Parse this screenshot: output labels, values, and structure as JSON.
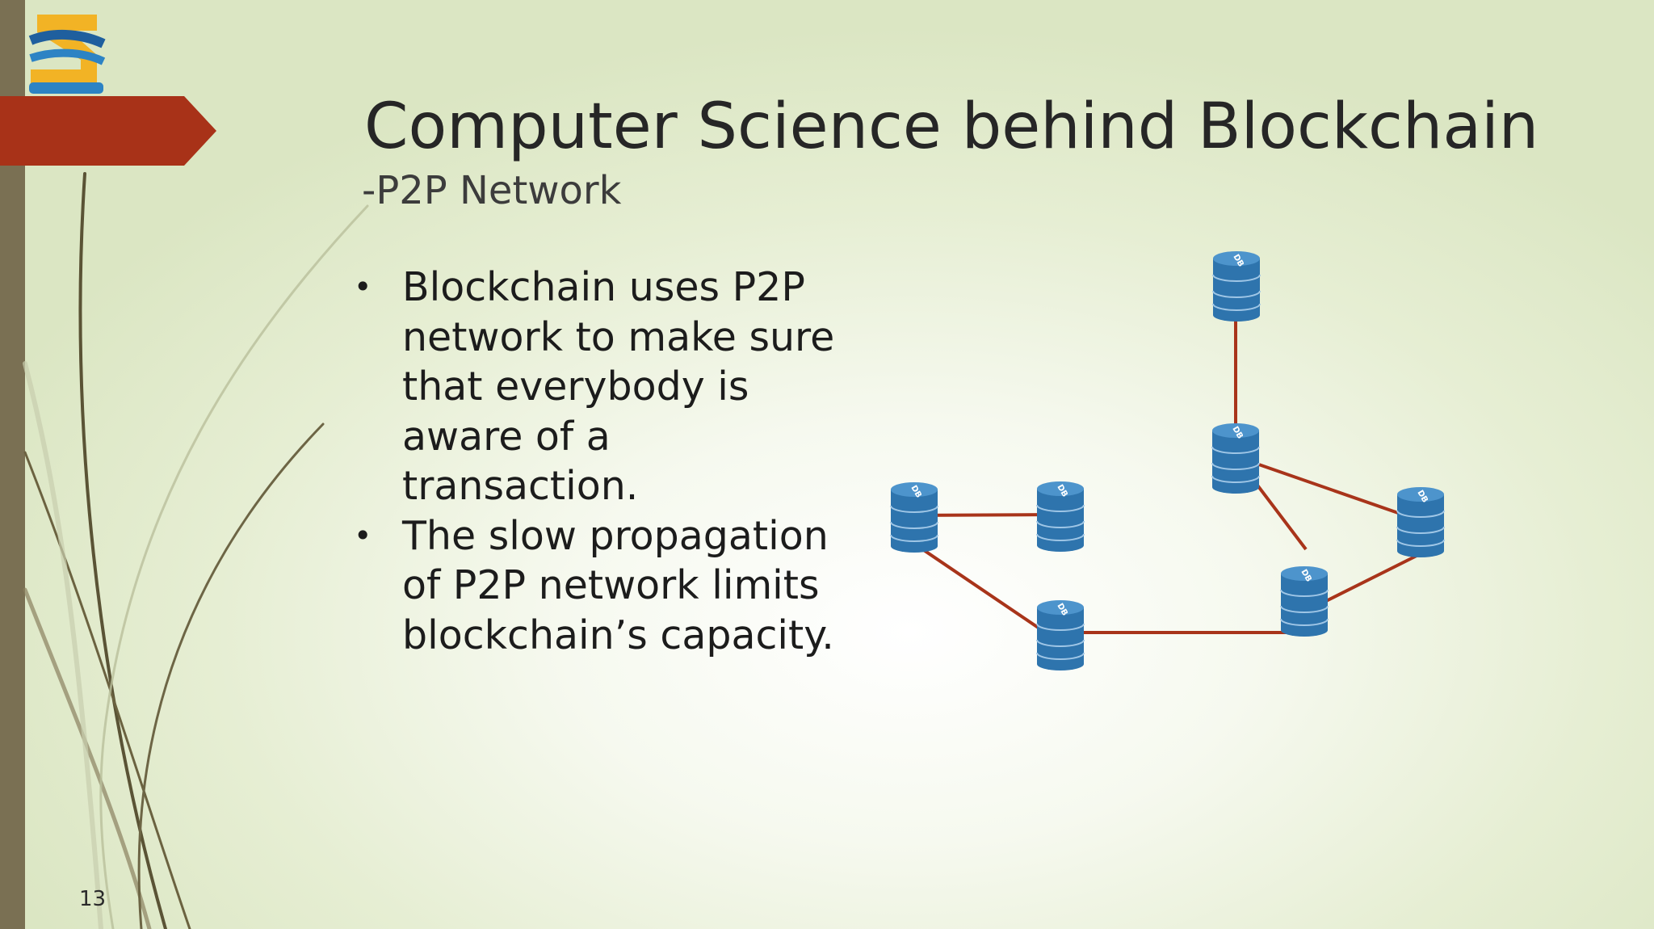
{
  "slide": {
    "title": "Computer Science behind Blockchain",
    "subtitle": "-P2P Network",
    "bullets": [
      "Blockchain uses P2P network to make sure that everybody is aware of a transaction.",
      "The slow propagation of P2P network limits blockchain’s capacity."
    ],
    "page_number": "13"
  },
  "diagram": {
    "node_label": "DB",
    "node_color": "#2e74ad",
    "link_color": "#a8341a"
  },
  "colors": {
    "accent_banner": "#a83218",
    "side_bar": "#7a7053"
  }
}
